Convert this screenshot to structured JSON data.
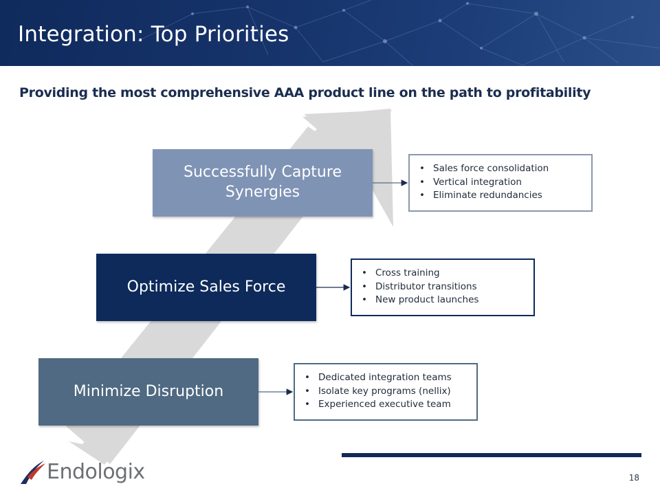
{
  "header": {
    "title": "Integration: Top Priorities"
  },
  "subtitle": "Providing the most comprehensive AAA product line on the path to profitability",
  "steps": [
    {
      "label": "Successfully Capture Synergies",
      "bullets": [
        "Sales force consolidation",
        "Vertical integration",
        "Eliminate redundancies"
      ]
    },
    {
      "label": "Optimize Sales Force",
      "bullets": [
        "Cross training",
        "Distributor transitions",
        "New product launches"
      ]
    },
    {
      "label": "Minimize Disruption",
      "bullets": [
        "Dedicated integration teams",
        "Isolate key programs (nellix)",
        "Experienced executive team"
      ]
    }
  ],
  "footer": {
    "logo_text": "Endologix",
    "page_number": "18"
  },
  "colors": {
    "header_bg": "#16336a",
    "step_1": "#7f93b5",
    "step_2": "#0d2a5b",
    "step_3": "#4f6a82",
    "arrow": "#d9d9d9",
    "logo_red": "#c0392b",
    "logo_navy": "#1c2f5e"
  }
}
